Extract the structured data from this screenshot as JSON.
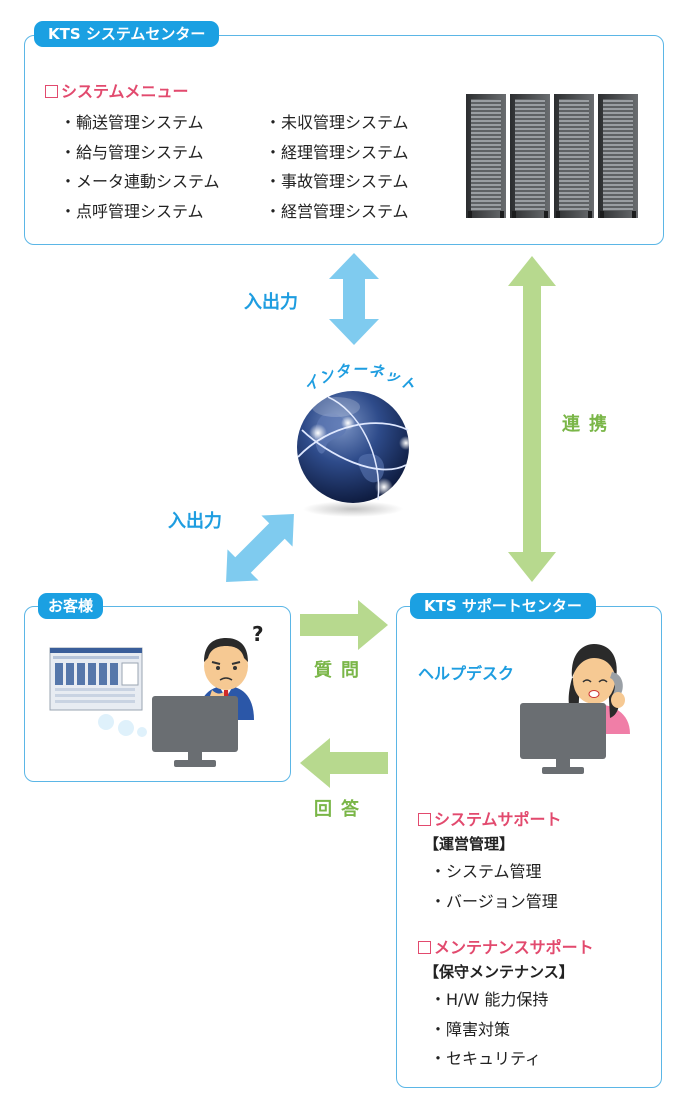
{
  "center": {
    "title": "KTS システムセンター",
    "menu_title": "システムメニュー",
    "menu_left": [
      "輸送管理システム",
      "給与管理システム",
      "メータ連動システム",
      "点呼管理システム"
    ],
    "menu_right": [
      "未収管理システム",
      "経理管理システム",
      "事故管理システム",
      "経営管理システム"
    ]
  },
  "flows": {
    "io_top": "入出力",
    "io_bottom": "入出力",
    "internet": "インターネット",
    "link": "連携",
    "question": "質問",
    "answer": "回答"
  },
  "customer": {
    "title": "お客様",
    "question_mark": "?"
  },
  "support": {
    "title": "KTS サポートセンター",
    "helpdesk": "ヘルプデスク",
    "system_support": {
      "title": "システムサポート",
      "heading": "【運営管理】",
      "items": [
        "システム管理",
        "バージョン管理"
      ]
    },
    "maintenance_support": {
      "title": "メンテナンスサポート",
      "heading": "【保守メンテナンス】",
      "items": [
        "H/W 能力保持",
        "障害対策",
        "セキュリティ"
      ]
    }
  },
  "colors": {
    "accent_blue": "#1ba0e2",
    "panel_border": "#5bb6e6",
    "arrow_blue": "#7fcbef",
    "arrow_green": "#b7d98e",
    "label_green": "#7ab648",
    "title_pink": "#e24a6e"
  }
}
